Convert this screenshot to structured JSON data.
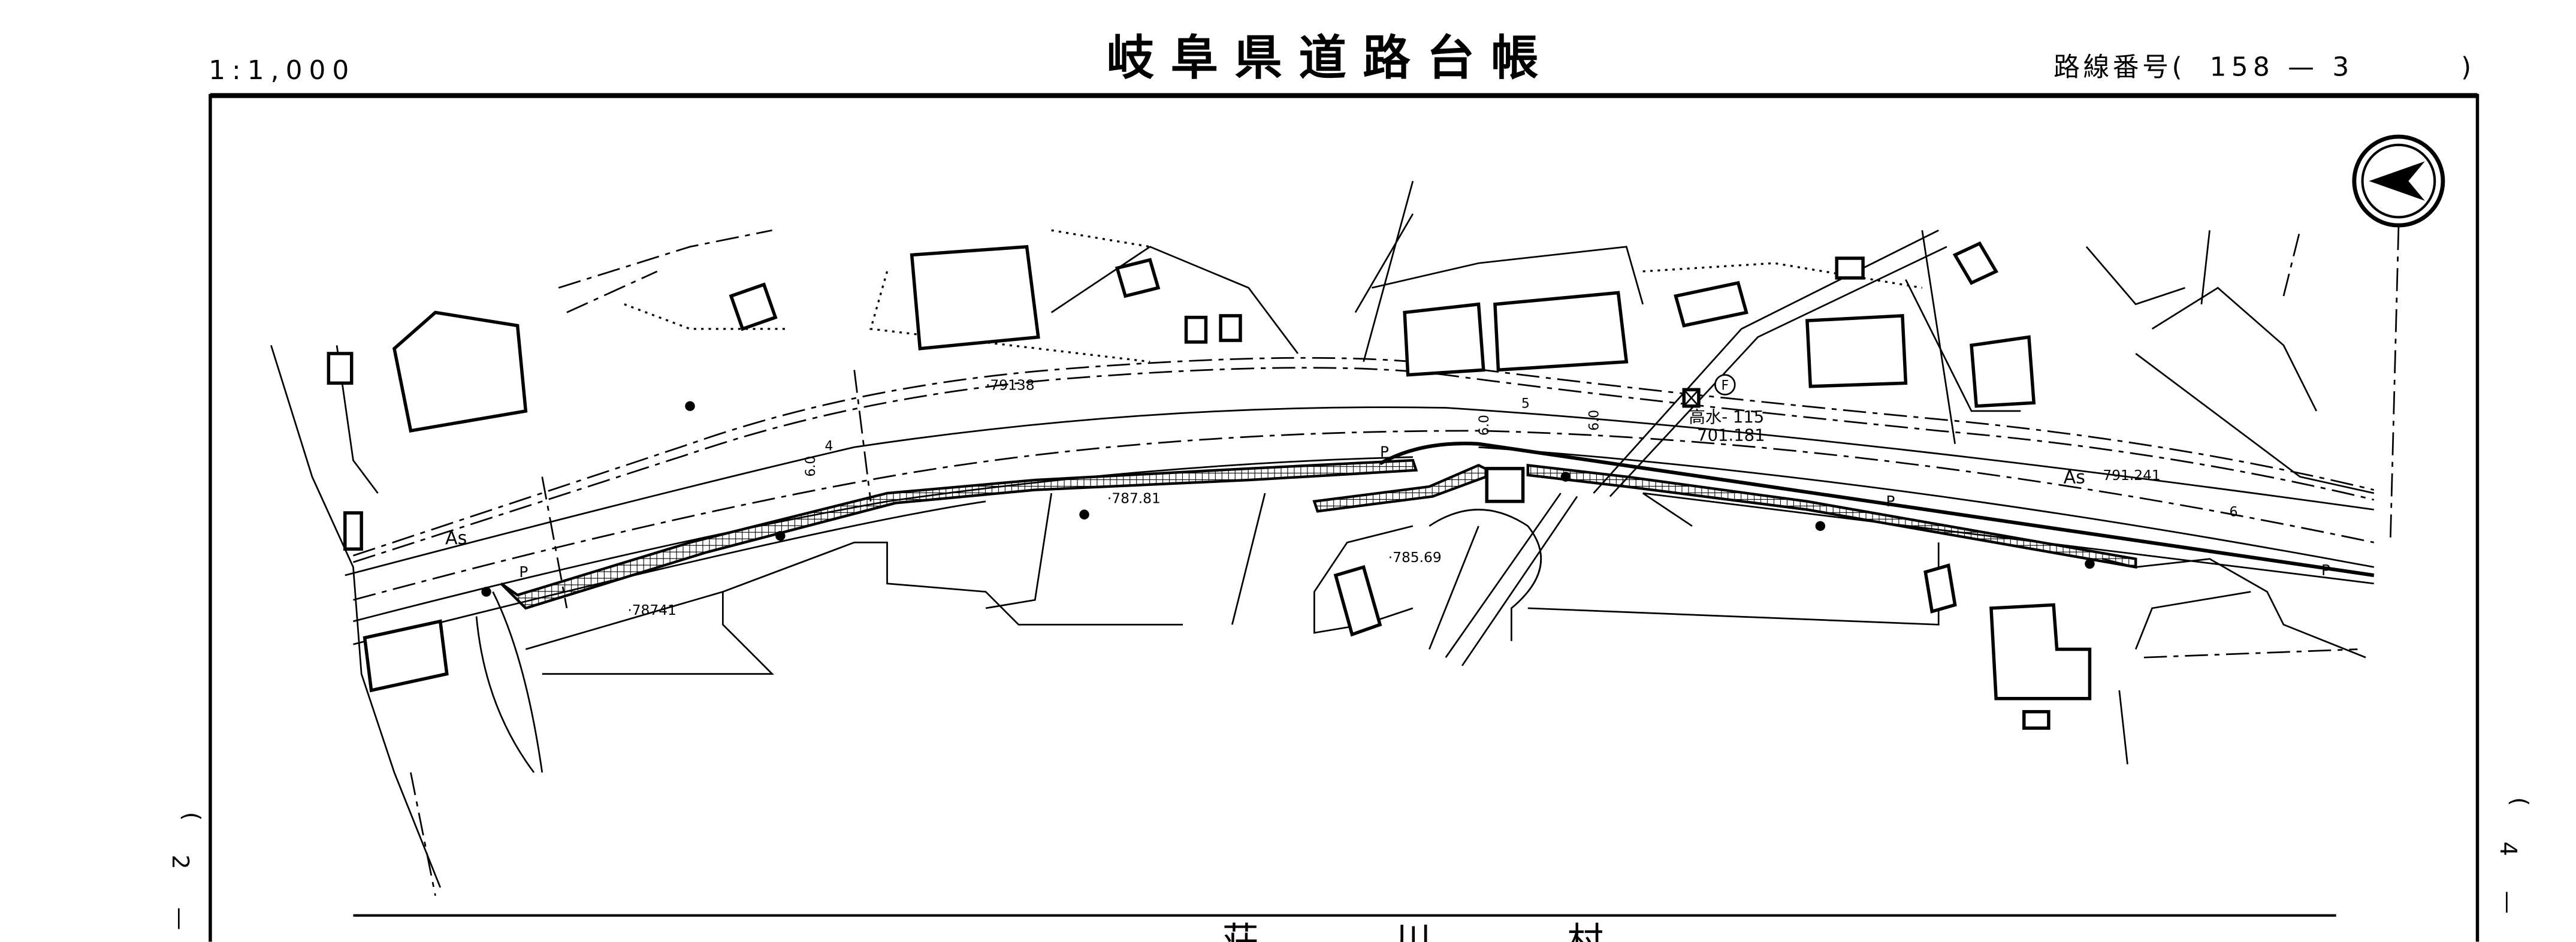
{
  "header": {
    "scale": "1:1,000",
    "title": "岐阜県道路台帳",
    "route_label": "路線番号(",
    "route_number": "158 — 3",
    "route_close": ")"
  },
  "side_markers": {
    "left": [
      "(",
      "2",
      "—"
    ],
    "right": [
      "(",
      "4",
      "—"
    ]
  },
  "footer": {
    "place_chars": [
      "荘",
      "川",
      "村"
    ]
  },
  "map": {
    "surface_labels": [
      "As",
      "As"
    ],
    "parking_labels": [
      "P",
      "P",
      "P",
      "P"
    ],
    "elevations": [
      "·79138",
      "·787.81",
      "·78741",
      "·785.69",
      "791.241"
    ],
    "benchmark": {
      "name": "高水- 115",
      "value": "701.181"
    },
    "widths": [
      "6.0",
      "4",
      "6.0",
      "5",
      "6.0",
      "6"
    ],
    "fire_hydrant_symbol": "F",
    "north_arrow": "north-arrow"
  }
}
